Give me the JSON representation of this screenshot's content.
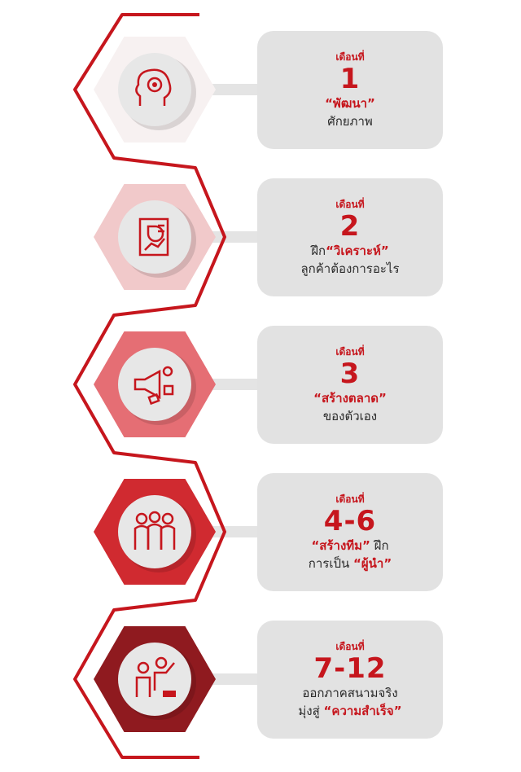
{
  "steps": [
    {
      "month_label": "เดือนที่",
      "number": "1",
      "line1": [
        {
          "text": "“พัฒนา”",
          "accent": true
        }
      ],
      "line2": [
        {
          "text": "ศักยภาพ",
          "accent": false
        }
      ],
      "icon": "head-gear-icon",
      "hex_color": "#f7f1f1"
    },
    {
      "month_label": "เดือนที่",
      "number": "2",
      "line1": [
        {
          "text": "ฝึก",
          "accent": false
        },
        {
          "text": "“วิเคราะห์”",
          "accent": true
        }
      ],
      "line2": [
        {
          "text": "ลูกค้าต้องการอะไร",
          "accent": false
        }
      ],
      "icon": "report-chart-icon",
      "hex_color": "#f1c9ca"
    },
    {
      "month_label": "เดือนที่",
      "number": "3",
      "line1": [
        {
          "text": "“สร้างตลาด”",
          "accent": true
        }
      ],
      "line2": [
        {
          "text": "ของตัวเอง",
          "accent": false
        }
      ],
      "icon": "megaphone-icon",
      "hex_color": "#e56e74"
    },
    {
      "month_label": "เดือนที่",
      "number": "4-6",
      "line1": [
        {
          "text": "“สร้างทีม”",
          "accent": true
        },
        {
          "text": " ฝึก",
          "accent": false
        }
      ],
      "line2": [
        {
          "text": "การเป็น ",
          "accent": false
        },
        {
          "text": "“ผู้นำ”",
          "accent": true
        }
      ],
      "icon": "team-icon",
      "hex_color": "#d02a30"
    },
    {
      "month_label": "เดือนที่",
      "number": "7-12",
      "line1": [
        {
          "text": "ออกภาคสนามจริง",
          "accent": false
        }
      ],
      "line2": [
        {
          "text": "มุ่งสู่ ",
          "accent": false
        },
        {
          "text": "“ความสำเร็จ”",
          "accent": true
        }
      ],
      "icon": "leader-podium-icon",
      "hex_color": "#8f1a1f"
    }
  ],
  "colors": {
    "accent": "#c6161d",
    "card": "#e2e2e2",
    "circle": "#e7e7e7",
    "text": "#2a2a2a"
  }
}
